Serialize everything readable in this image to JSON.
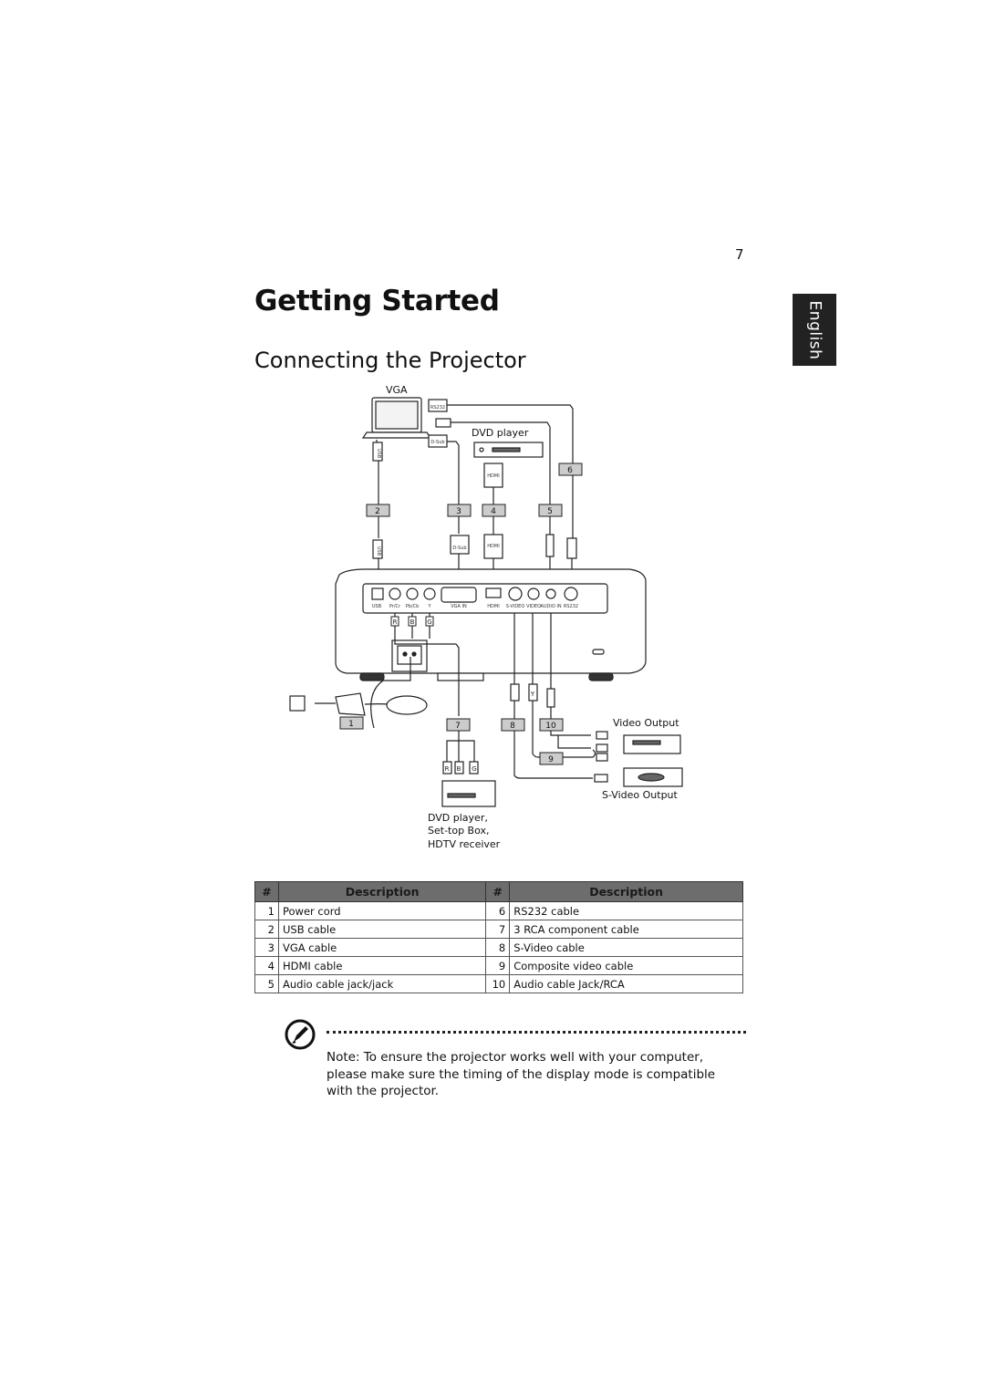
{
  "page_number": "7",
  "language_tab": "English",
  "title": "Getting Started",
  "subtitle": "Connecting the Projector",
  "diagram": {
    "vga_label": "VGA",
    "rs232_label": "RS232",
    "dsub_label": "D-Sub",
    "usb_label": "USB",
    "hdmi_label": "HDMI",
    "dvd_player_label": "DVD player",
    "video_output_label": "Video Output",
    "svideo_output_label": "S-Video Output",
    "dvd_settop_label_line1": "DVD player,",
    "dvd_settop_label_line2": "Set-top Box,",
    "dvd_settop_label_line3": "HDTV receiver",
    "callouts": [
      "1",
      "2",
      "3",
      "4",
      "5",
      "6",
      "7",
      "8",
      "9",
      "10"
    ],
    "port_labels": [
      "USB",
      "Pr/Cr",
      "Pb/Cb",
      "Y",
      "VGA IN",
      "HDMI",
      "S-VIDEO",
      "VIDEO",
      "AUDIO IN",
      "RS232"
    ],
    "rca_letters": [
      "R",
      "B",
      "G"
    ],
    "svideo_plug_letter": "Y"
  },
  "table": {
    "headers": [
      "#",
      "Description",
      "#",
      "Description"
    ],
    "rows": [
      {
        "n1": "1",
        "d1": "Power cord",
        "n2": "6",
        "d2": "RS232 cable"
      },
      {
        "n1": "2",
        "d1": "USB cable",
        "n2": "7",
        "d2": "3 RCA component cable"
      },
      {
        "n1": "3",
        "d1": "VGA cable",
        "n2": "8",
        "d2": "S-Video cable"
      },
      {
        "n1": "4",
        "d1": "HDMI cable",
        "n2": "9",
        "d2": "Composite video cable"
      },
      {
        "n1": "5",
        "d1": "Audio cable jack/jack",
        "n2": "10",
        "d2": "Audio cable Jack/RCA"
      }
    ]
  },
  "note": {
    "label": "Note",
    "text": ": To ensure the projector works well with your computer, please make sure the timing of the display mode is compatible with the projector."
  }
}
